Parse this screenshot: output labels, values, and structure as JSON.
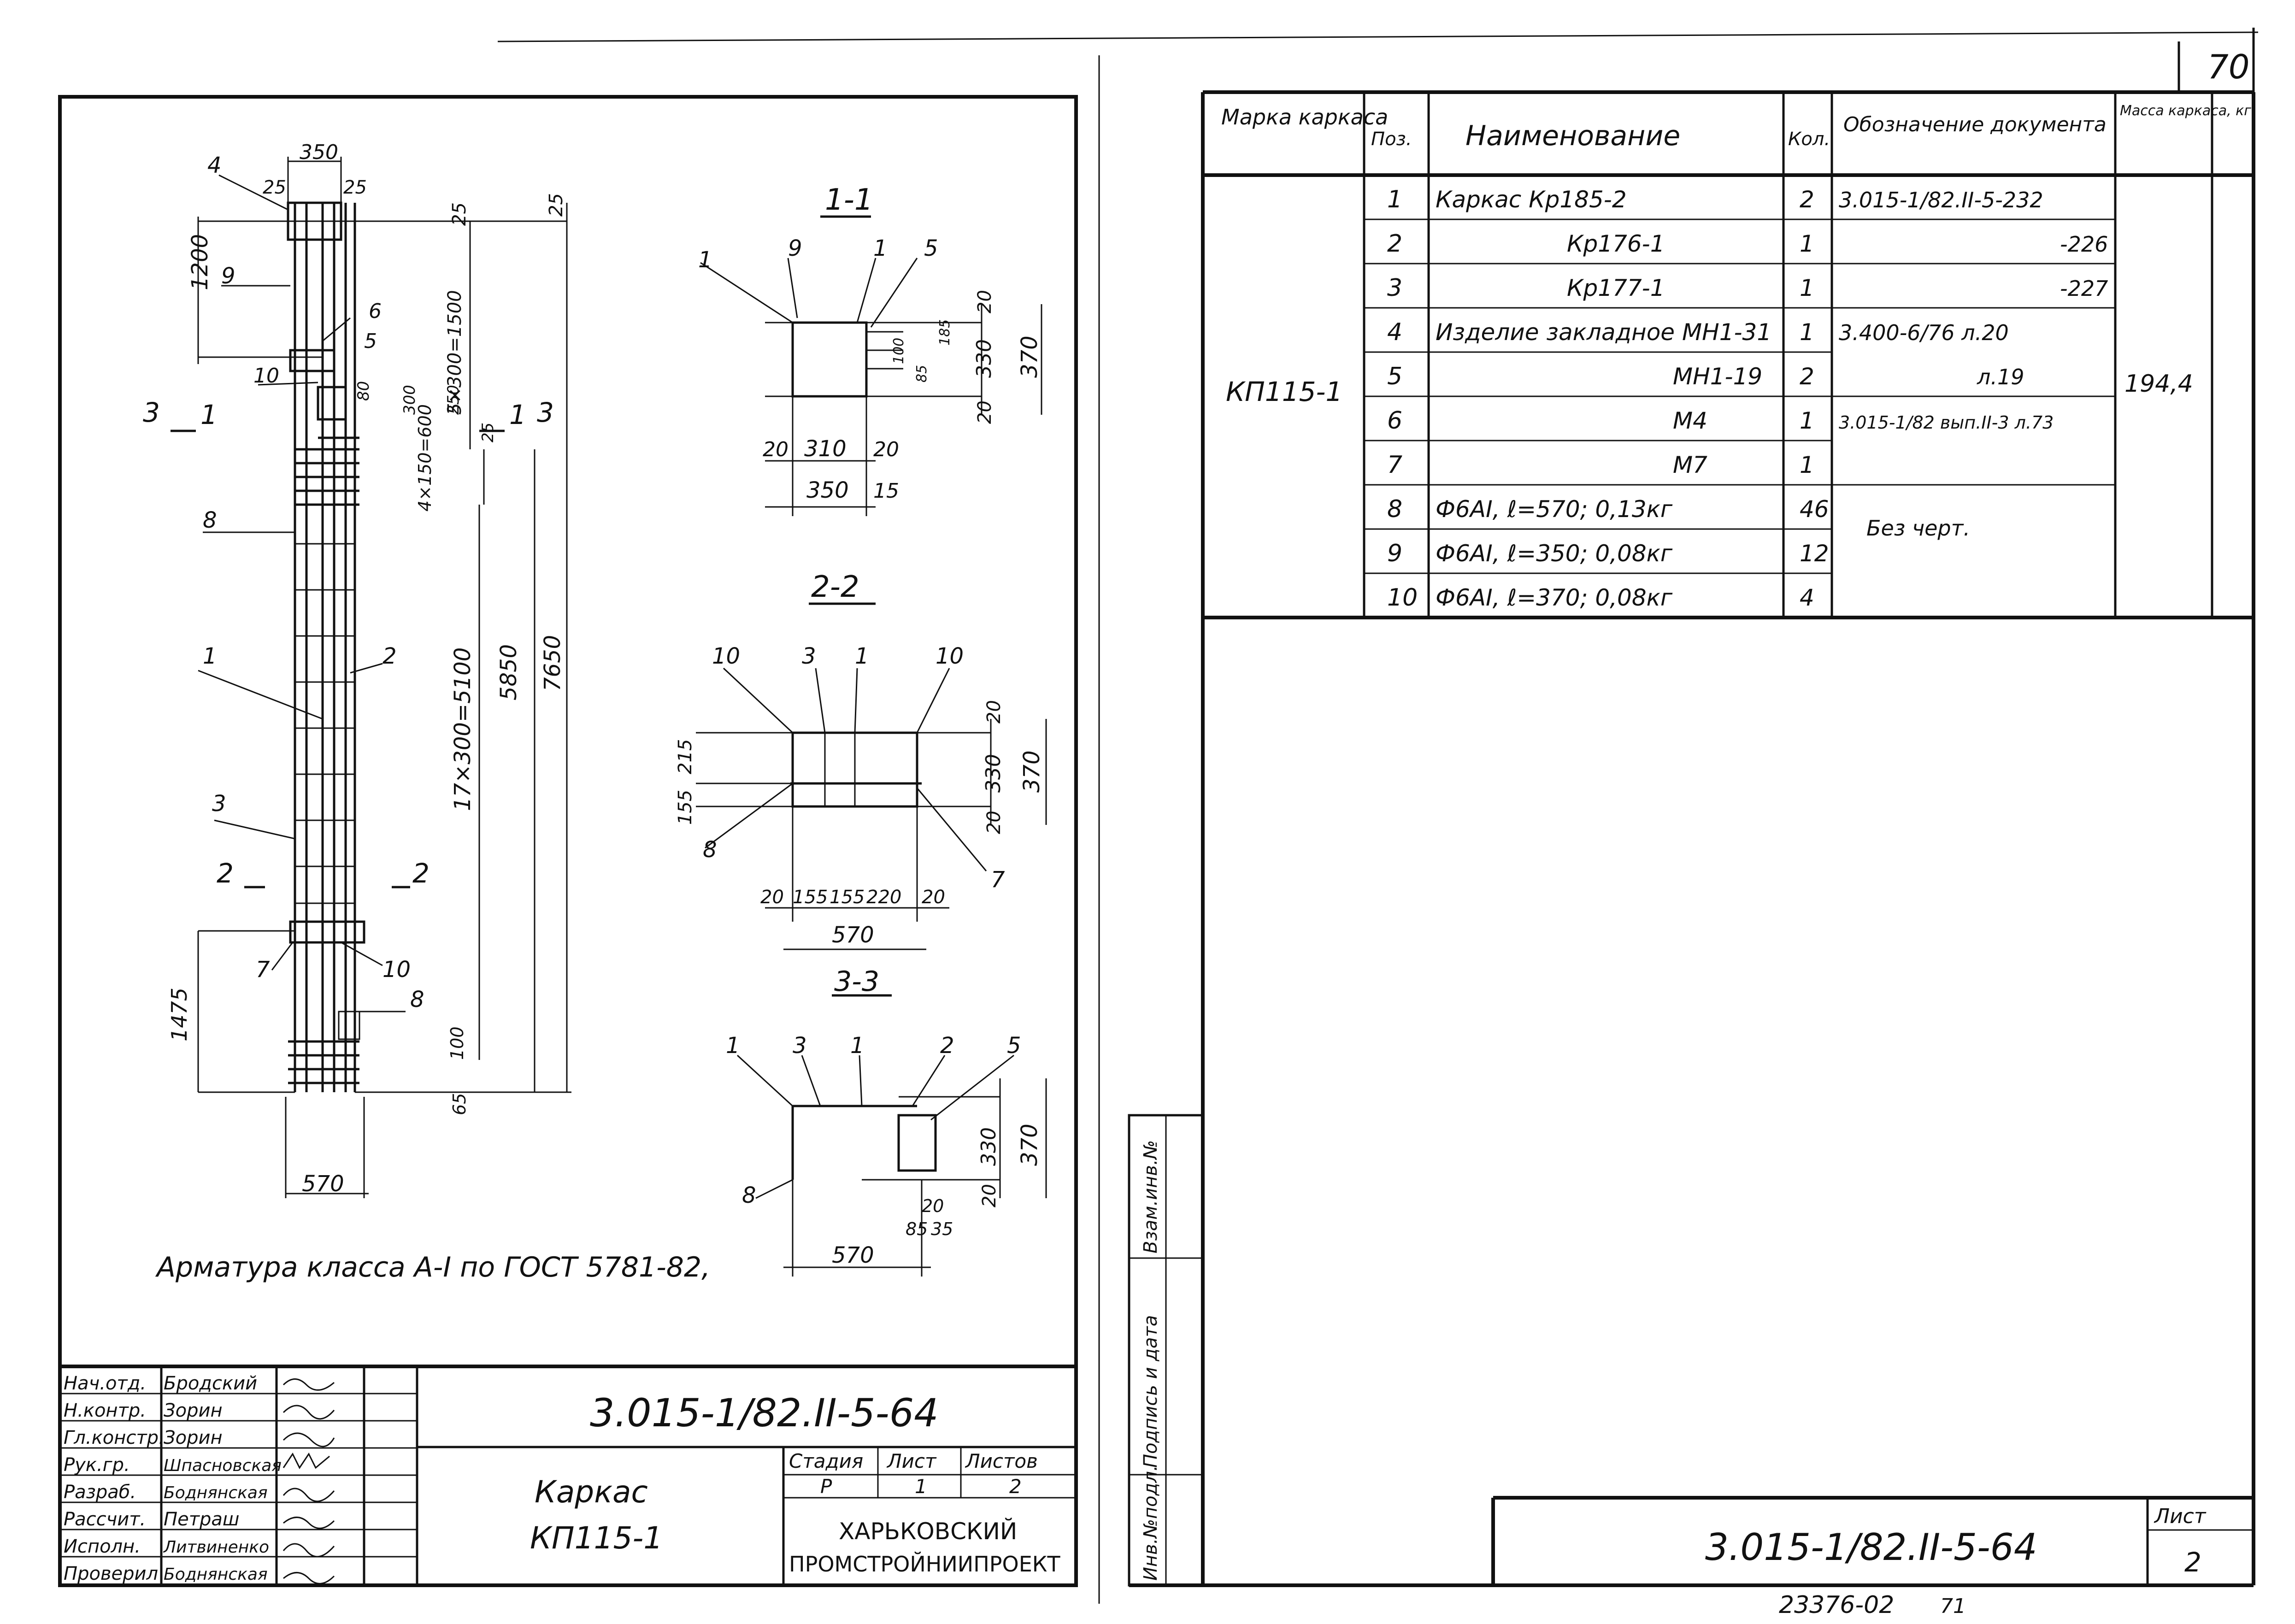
{
  "page_number": "70",
  "left_sheet": {
    "overall_dims": {
      "top_width": "350",
      "cover_left": "25",
      "cover_right": "25",
      "top_zone": "1200",
      "top_spacing": "5×300=1500",
      "top_cover": "25",
      "cover_far": "25",
      "stirrup_a": "80",
      "stirrup_b": "300",
      "stirrup_c": "250",
      "stirrup_d": "25",
      "mid_group": "4×150=600",
      "mid_spacing": "17×300=5100",
      "height_inner": "5850",
      "height_total": "7650",
      "bottom_zone": "1475",
      "bottom_a": "100",
      "bottom_b": "65",
      "bottom_width": "570"
    },
    "elevation_labels": [
      "4",
      "9",
      "6",
      "10",
      "5",
      "3",
      "1",
      "1",
      "3",
      "8",
      "1",
      "2",
      "3",
      "2",
      "2",
      "7",
      "10",
      "8"
    ],
    "section_1_1": {
      "title": "1-1",
      "labels": [
        "1",
        "9",
        "1",
        "5"
      ],
      "dims": [
        "20",
        "310",
        "20",
        "350",
        "15",
        "20",
        "330",
        "370",
        "20",
        "100",
        "85",
        "185"
      ]
    },
    "section_2_2": {
      "title": "2-2",
      "labels": [
        "10",
        "3",
        "1",
        "10",
        "8",
        "7"
      ],
      "dims": [
        "215",
        "155",
        "20",
        "155",
        "155",
        "220",
        "20",
        "570",
        "20",
        "330",
        "20",
        "370"
      ]
    },
    "section_3_3": {
      "title": "3-3",
      "labels": [
        "1",
        "3",
        "1",
        "2",
        "5",
        "8"
      ],
      "dims": [
        "330",
        "370",
        "20",
        "20",
        "85",
        "35",
        "570"
      ]
    },
    "note": "Арматура класса А-I по ГОСТ 5781-82,",
    "title_block": {
      "roles": [
        {
          "role": "Нач.отд.",
          "name": "Бродский"
        },
        {
          "role": "Н.контр.",
          "name": "Зорин"
        },
        {
          "role": "Гл.констр.",
          "name": "Зорин"
        },
        {
          "role": "Рук.гр.",
          "name": "Шпасновская"
        },
        {
          "role": "Разраб.",
          "name": "Боднянская"
        },
        {
          "role": "Рассчит.",
          "name": "Петраш"
        },
        {
          "role": "Исполн.",
          "name": "Литвиненко"
        },
        {
          "role": "Проверил",
          "name": "Боднянская"
        }
      ],
      "document_code": "3.015-1/82.II-5-64",
      "item_name_1": "Каркас",
      "item_name_2": "КП115-1",
      "stage_label": "Стадия",
      "sheet_label": "Лист",
      "sheets_label": "Листов",
      "stage": "Р",
      "sheet": "1",
      "sheets": "2",
      "organization_1": "ХАРЬКОВСКИЙ",
      "organization_2": "ПРОМСТРОЙНИИПРОЕКТ"
    }
  },
  "right_sheet": {
    "table": {
      "headers": {
        "mark": "Марка каркаса",
        "pos": "Поз.",
        "name": "Наименование",
        "qty": "Кол.",
        "doc": "Обозначение документа",
        "mass": "Масса каркаса, кг"
      },
      "mark": "КП115-1",
      "mass": "194,4",
      "rows": [
        {
          "pos": "1",
          "name": "Каркас Кр185-2",
          "qty": "2",
          "doc": "3.015-1/82.II-5-232"
        },
        {
          "pos": "2",
          "name": "Кр176-1",
          "qty": "1",
          "doc": "-226"
        },
        {
          "pos": "3",
          "name": "Кр177-1",
          "qty": "1",
          "doc": "-227"
        },
        {
          "pos": "4",
          "name": "Изделие закладное МН1-31",
          "qty": "1",
          "doc": "3.400-6/76 л.20"
        },
        {
          "pos": "5",
          "name": "МН1-19",
          "qty": "2",
          "doc": "л.19"
        },
        {
          "pos": "6",
          "name": "М4",
          "qty": "1",
          "doc": "3.015-1/82 вып.II-3 л.73"
        },
        {
          "pos": "7",
          "name": "М7",
          "qty": "1",
          "doc": ""
        },
        {
          "pos": "8",
          "name": "Ф6АI, ℓ=570; 0,13кг",
          "qty": "46",
          "doc": "Без черт."
        },
        {
          "pos": "9",
          "name": "Ф6АI, ℓ=350; 0,08кг",
          "qty": "12",
          "doc": ""
        },
        {
          "pos": "10",
          "name": "Ф6АI, ℓ=370; 0,08кг",
          "qty": "4",
          "doc": ""
        }
      ]
    },
    "side_stamp": {
      "inv_podl": "Инв.№подл.",
      "podpis": "Подпись и дата",
      "vzam": "Взам.инв.№"
    },
    "document_code": "3.015-1/82.II-5-64",
    "sheet_label": "Лист",
    "sheet": "2",
    "bottom_number": "23376-02",
    "bottom_suffix": "71"
  }
}
